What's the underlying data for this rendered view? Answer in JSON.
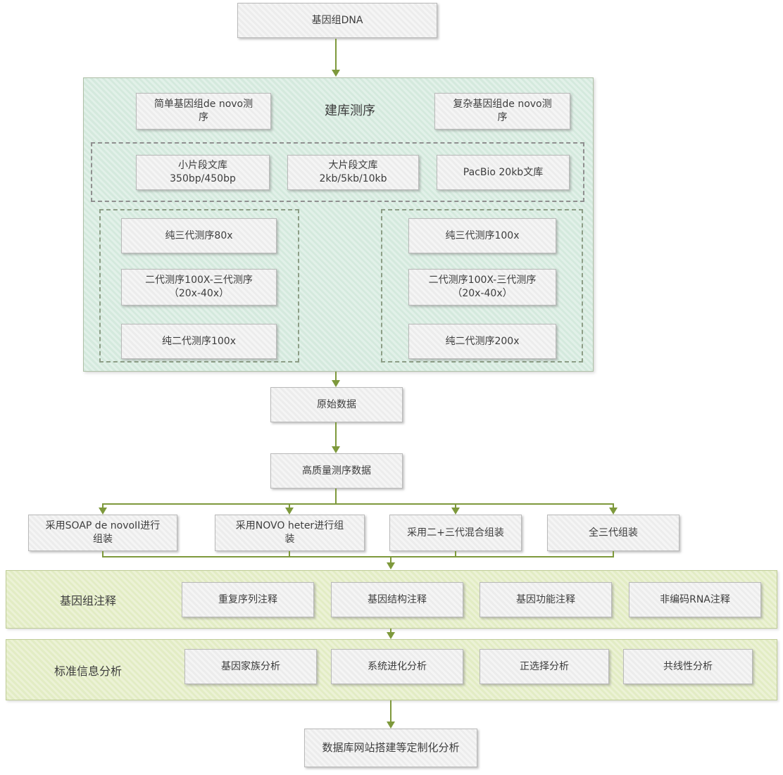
{
  "diagram": {
    "top_node": "基因组DNA",
    "library_section": {
      "title": "建库测序",
      "simple_label": "简单基因组de novo测\n序",
      "complex_label": "复杂基因组de novo测\n序",
      "libraries": [
        {
          "label": "小片段文库\n350bp/450bp"
        },
        {
          "label": "大片段文库\n2kb/5kb/10kb"
        },
        {
          "label": "PacBio 20kb文库"
        }
      ],
      "simple_strategies": [
        {
          "label": "纯三代测序80x"
        },
        {
          "label": "二代测序100X-三代测序\n（20x-40x）"
        },
        {
          "label": "纯二代测序100x"
        }
      ],
      "complex_strategies": [
        {
          "label": "纯三代测序100x"
        },
        {
          "label": "二代测序100X-三代测序\n（20x-40x）"
        },
        {
          "label": "纯二代测序200x"
        }
      ]
    },
    "raw_data": "原始数据",
    "clean_data": "高质量测序数据",
    "assembly_nodes": [
      {
        "label": "采用SOAP de novoII进行\n组装"
      },
      {
        "label": "采用NOVO heter进行组\n装"
      },
      {
        "label": "采用二+三代混合组装"
      },
      {
        "label": "全三代组装"
      }
    ],
    "annotation_band": {
      "title": "基因组注释",
      "items": [
        {
          "label": "重复序列注释"
        },
        {
          "label": "基因结构注释"
        },
        {
          "label": "基因功能注释"
        },
        {
          "label": "非编码RNA注释"
        }
      ]
    },
    "analysis_band": {
      "title": "标准信息分析",
      "items": [
        {
          "label": "基因家族分析"
        },
        {
          "label": "系统进化分析"
        },
        {
          "label": "正选择分析"
        },
        {
          "label": "共线性分析"
        }
      ]
    },
    "final_node": "数据库网站搭建等定制化分析"
  },
  "colors": {
    "arrow_olive": "#7e993c",
    "teal_fill": "#d9ece2",
    "teal_border": "#aebfa6",
    "band_fill": "#e6eecb",
    "band_border": "#bfcc96",
    "node_fill": "#efefef",
    "node_border": "#b9b9b9",
    "dashed_gray": "#8f8f8f",
    "dashed_green": "#8d9d86",
    "text": "#3d3d3d"
  }
}
